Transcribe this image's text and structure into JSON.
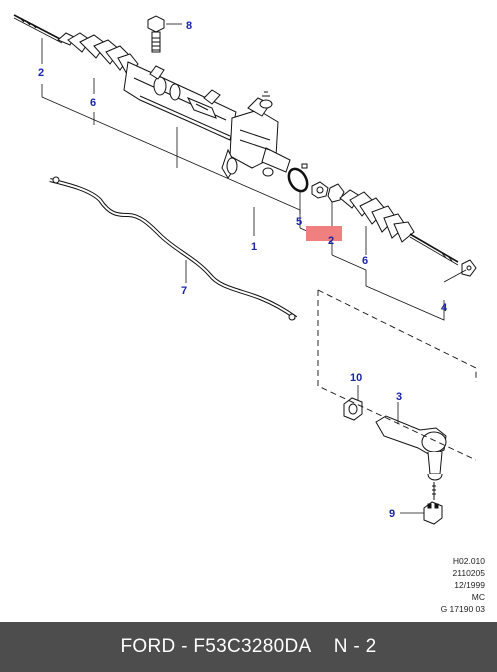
{
  "diagram": {
    "callouts": {
      "c1": "1",
      "c2a": "2",
      "c2b": "2",
      "c3": "3",
      "c4": "4",
      "c5": "5",
      "c6a": "6",
      "c6b": "6",
      "c7": "7",
      "c8": "8",
      "c9": "9",
      "c10": "10"
    },
    "highlight_color": "#f08080",
    "callout_color": "#1a24a8"
  },
  "reference": {
    "line1": "H02.010",
    "line2": "2110205",
    "line3": "12/1999",
    "line4": "MC",
    "line5": "G 17190 03"
  },
  "footer": {
    "brand": "FORD",
    "separator": " - ",
    "part_number": "F53C3280DA",
    "position": "N - 2"
  }
}
